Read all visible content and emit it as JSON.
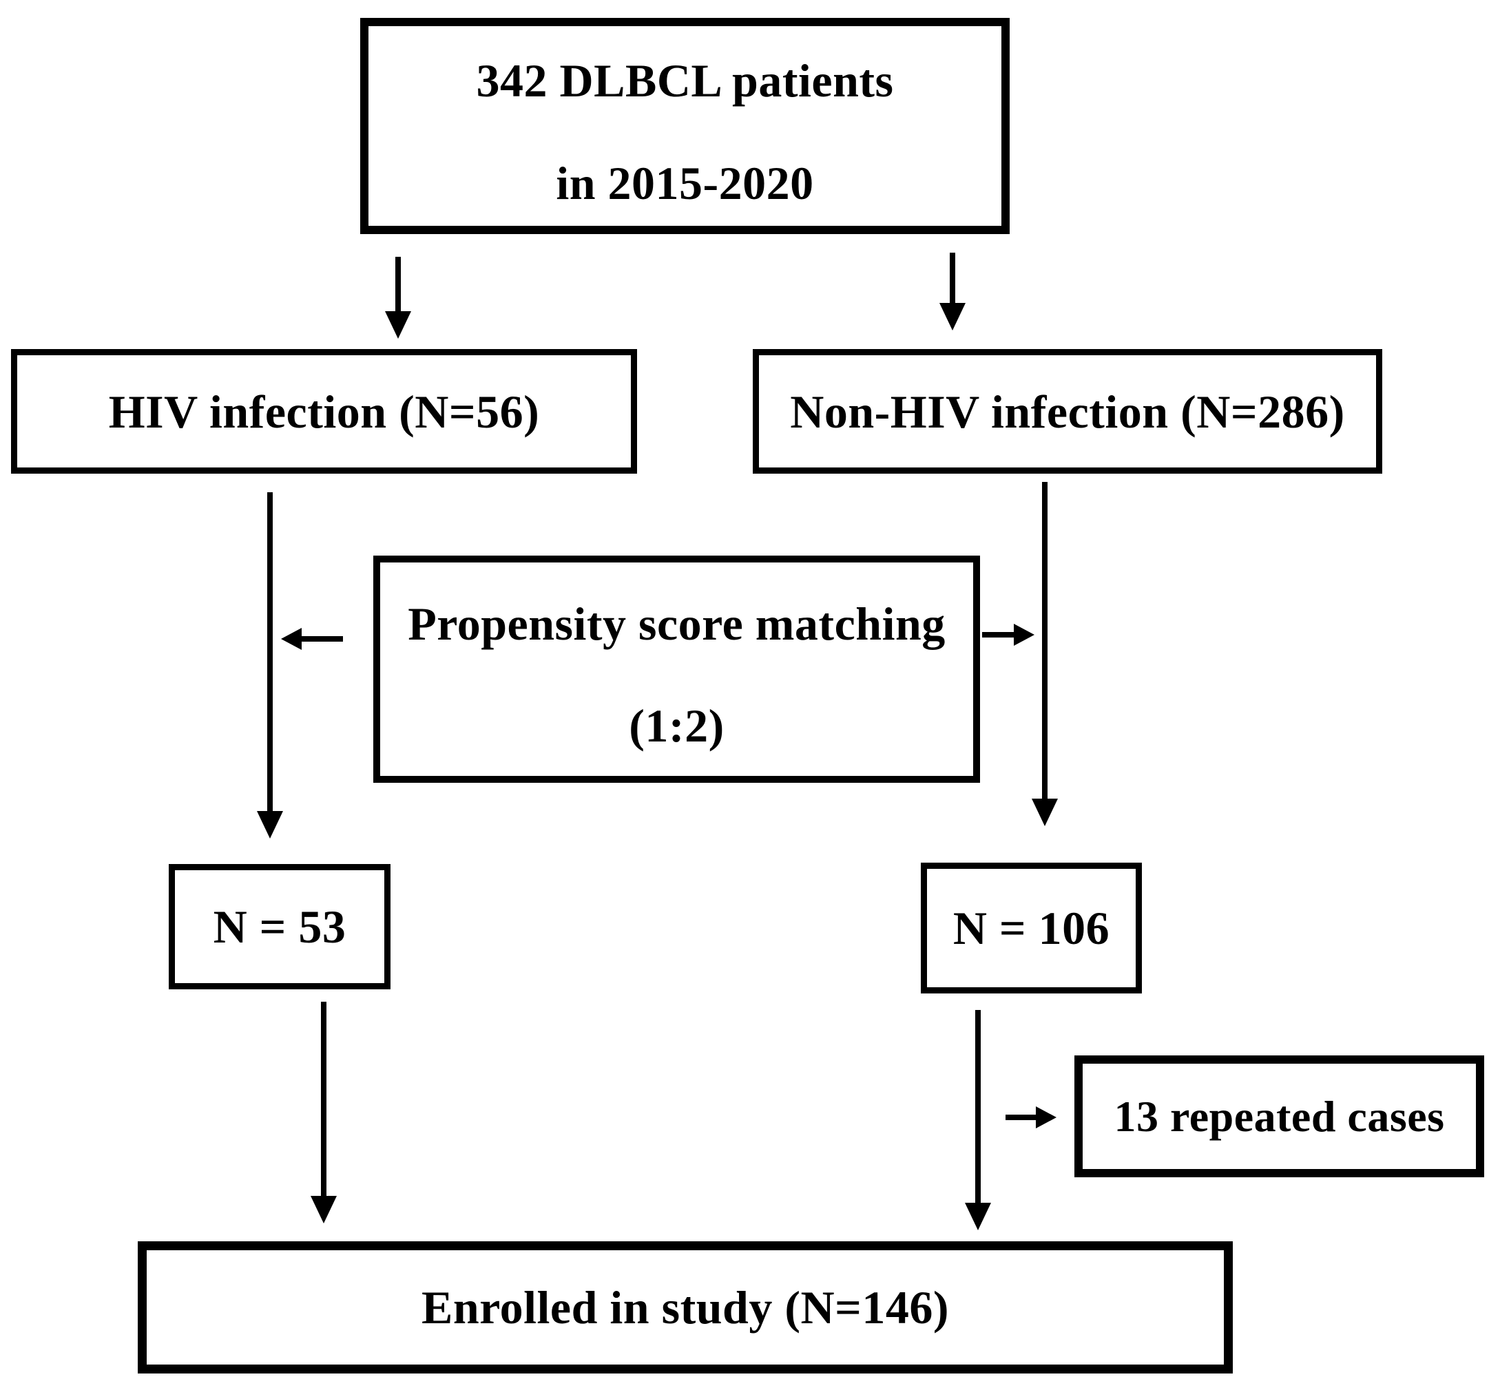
{
  "colors": {
    "background": "#ffffff",
    "box_border": "#000000",
    "text": "#000000"
  },
  "boxes": {
    "total": {
      "line1": "342 DLBCL patients",
      "line2": "in 2015-2020"
    },
    "hiv": {
      "label": "HIV infection (N=56)"
    },
    "non_hiv": {
      "label": "Non-HIV infection (N=286)"
    },
    "psm": {
      "line1": "Propensity score matching",
      "line2": "(1:2)"
    },
    "n53": {
      "label": "N = 53"
    },
    "n106": {
      "label": "N = 106"
    },
    "repeated": {
      "label": "13 repeated cases"
    },
    "enrolled": {
      "label": "Enrolled in study (N=146)"
    }
  },
  "arrows": [
    {
      "name": "total-to-hiv",
      "direction": "down"
    },
    {
      "name": "total-to-non-hiv",
      "direction": "down"
    },
    {
      "name": "hiv-to-n53",
      "direction": "down"
    },
    {
      "name": "non-hiv-to-n106",
      "direction": "down"
    },
    {
      "name": "psm-to-hiv-branch",
      "direction": "left"
    },
    {
      "name": "psm-to-non-hiv-branch",
      "direction": "right"
    },
    {
      "name": "n53-to-enrolled",
      "direction": "down"
    },
    {
      "name": "n106-to-enrolled",
      "direction": "down"
    },
    {
      "name": "n106-to-repeated",
      "direction": "right"
    }
  ]
}
